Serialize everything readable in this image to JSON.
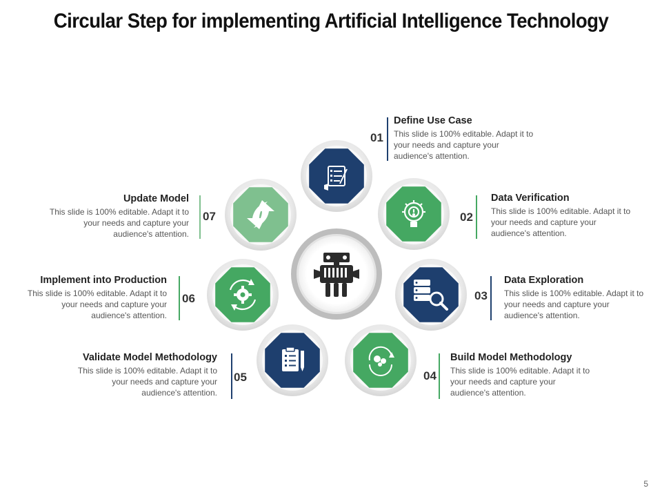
{
  "title": "Circular Step for implementing Artificial Intelligence Technology",
  "page_number": "5",
  "colors": {
    "navy": "#1e3f6e",
    "green": "#45a862",
    "light_green": "#7fc08f",
    "ring": "#e6e6e6"
  },
  "center": {
    "icon": "robot-icon"
  },
  "steps": [
    {
      "num": "01",
      "title": "Define Use Case",
      "desc": "This slide is 100% editable. Adapt it to your needs and capture your audience's attention.",
      "icon": "checklist-icon",
      "color": "navy"
    },
    {
      "num": "02",
      "title": "Data Verification",
      "desc": "This slide is 100% editable. Adapt it to your needs and capture your audience's attention.",
      "icon": "gear-bulb-icon",
      "color": "green"
    },
    {
      "num": "03",
      "title": "Data Exploration",
      "desc": "This slide is 100% editable. Adapt it to your needs and capture your audience's attention.",
      "icon": "database-search-icon",
      "color": "navy"
    },
    {
      "num": "04",
      "title": "Build Model Methodology",
      "desc": "This slide is 100% editable. Adapt it to your needs and capture your audience's attention.",
      "icon": "model-cycle-icon",
      "color": "green"
    },
    {
      "num": "05",
      "title": "Validate Model Methodology",
      "desc": "This slide is 100% editable. Adapt it to your needs and capture your audience's attention.",
      "icon": "clipboard-icon",
      "color": "navy"
    },
    {
      "num": "06",
      "title": "Implement into Production",
      "desc": "This slide is 100% editable. Adapt it to your needs and capture your audience's attention.",
      "icon": "gear-cycle-icon",
      "color": "green"
    },
    {
      "num": "07",
      "title": "Update Model",
      "desc": "This slide is 100% editable. Adapt it to your needs and capture your audience's attention.",
      "icon": "refresh-arrows-icon",
      "color": "light_green"
    }
  ]
}
